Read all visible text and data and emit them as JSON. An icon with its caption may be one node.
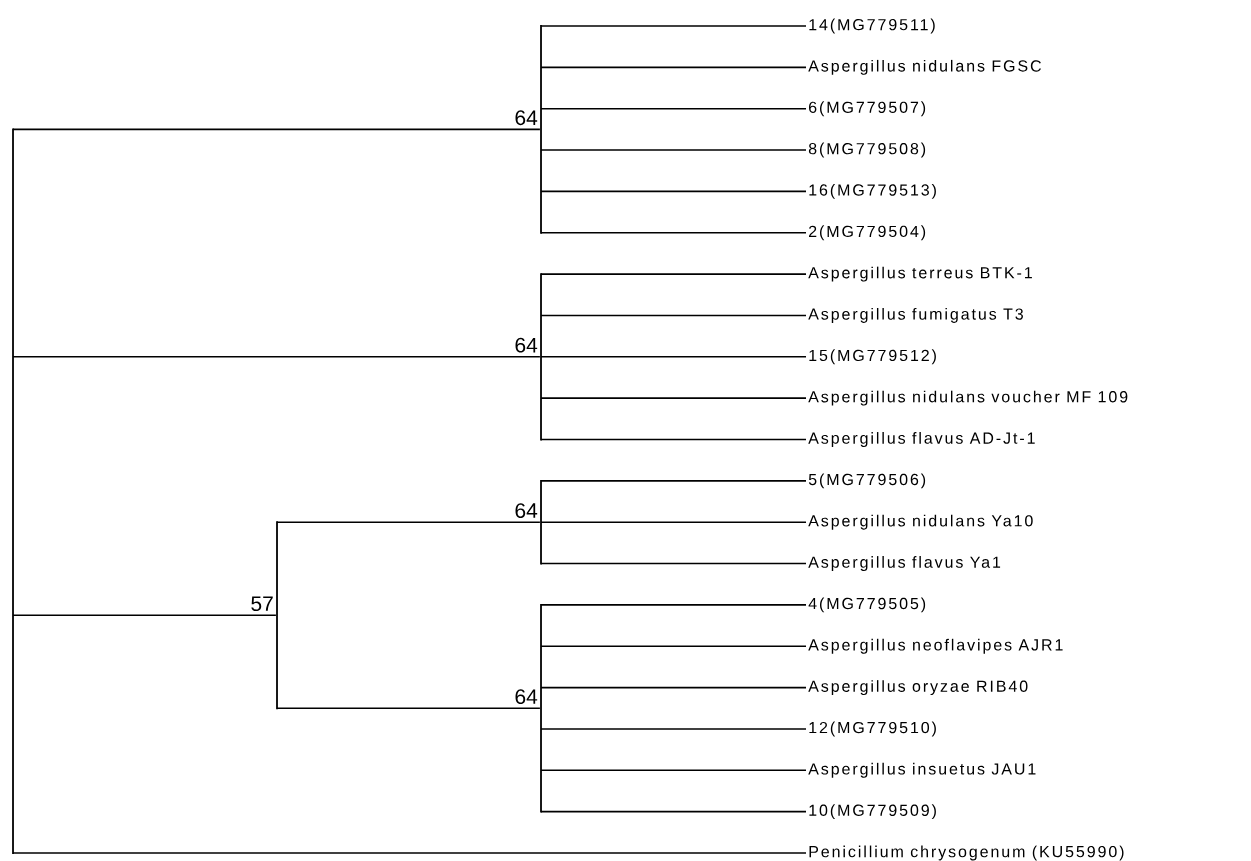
{
  "diagram": {
    "nodes": [
      {
        "text": [],
        "shape": "bar"
      },
      {
        "text": [],
        "shape": "bar",
        "beside": [
          "64"
        ]
      },
      {
        "text": [
          "14(MG779511)"
        ]
      },
      {
        "text": [
          "Aspergillus nidulans FGSC"
        ]
      },
      {
        "text": [
          "6(MG779507)"
        ]
      },
      {
        "text": [
          "8(MG779508)"
        ]
      },
      {
        "text": [
          "16(MG779513)"
        ]
      },
      {
        "text": [
          "2(MG779504)"
        ]
      },
      {
        "text": [],
        "shape": "bar",
        "beside": [
          "64"
        ]
      },
      {
        "text": [
          "Aspergillus terreus BTK-1"
        ]
      },
      {
        "text": [
          "Aspergillus fumigatus T3"
        ]
      },
      {
        "text": [
          "15(MG779512)"
        ]
      },
      {
        "text": [
          "Aspergillus nidulans voucher MF 109"
        ]
      },
      {
        "text": [
          "Aspergillus flavus AD-Jt-1"
        ]
      },
      {
        "text": [],
        "shape": "bar",
        "beside": [
          "57"
        ]
      },
      {
        "text": [],
        "shape": "bar",
        "beside": [
          "64"
        ]
      },
      {
        "text": [
          "5(MG779506)"
        ]
      },
      {
        "text": [
          "Aspergillus nidulans Ya10"
        ]
      },
      {
        "text": [
          "Aspergillus flavus Ya1"
        ]
      },
      {
        "text": [],
        "shape": "bar",
        "beside": [
          "64"
        ]
      },
      {
        "text": [
          "4(MG779505)"
        ]
      },
      {
        "text": [
          "Aspergillus neoflavipes AJR1"
        ]
      },
      {
        "text": [
          "Aspergillus oryzae RIB40"
        ]
      },
      {
        "text": [
          "12(MG779510)"
        ]
      },
      {
        "text": [
          "Aspergillus insuetus JAU1"
        ]
      },
      {
        "text": [
          "10(MG779509)"
        ]
      },
      {
        "text": [
          "Penicillium chrysogenum (KU55990)"
        ]
      }
    ],
    "edges": [
      {
        "from": 0,
        "to": 1,
        "arrow": "none"
      },
      {
        "from": 0,
        "to": 8,
        "arrow": "none"
      },
      {
        "from": 0,
        "to": 14,
        "arrow": "none"
      },
      {
        "from": 0,
        "to": 26,
        "arrow": "none"
      },
      {
        "from": 1,
        "to": 2,
        "arrow": "none"
      },
      {
        "from": 1,
        "to": 3,
        "arrow": "none"
      },
      {
        "from": 1,
        "to": 4,
        "arrow": "none"
      },
      {
        "from": 1,
        "to": 5,
        "arrow": "none"
      },
      {
        "from": 1,
        "to": 6,
        "arrow": "none"
      },
      {
        "from": 1,
        "to": 7,
        "arrow": "none"
      },
      {
        "from": 8,
        "to": 9,
        "arrow": "none"
      },
      {
        "from": 8,
        "to": 10,
        "arrow": "none"
      },
      {
        "from": 8,
        "to": 11,
        "arrow": "none"
      },
      {
        "from": 8,
        "to": 12,
        "arrow": "none"
      },
      {
        "from": 8,
        "to": 13,
        "arrow": "none"
      },
      {
        "from": 14,
        "to": 15,
        "arrow": "none"
      },
      {
        "from": 14,
        "to": 19,
        "arrow": "none"
      },
      {
        "from": 15,
        "to": 16,
        "arrow": "none"
      },
      {
        "from": 15,
        "to": 17,
        "arrow": "none"
      },
      {
        "from": 15,
        "to": 18,
        "arrow": "none"
      },
      {
        "from": 19,
        "to": 20,
        "arrow": "none"
      },
      {
        "from": 19,
        "to": 21,
        "arrow": "none"
      },
      {
        "from": 19,
        "to": 22,
        "arrow": "none"
      },
      {
        "from": 19,
        "to": 23,
        "arrow": "none"
      },
      {
        "from": 19,
        "to": 24,
        "arrow": "none"
      },
      {
        "from": 19,
        "to": 25,
        "arrow": "none"
      }
    ]
  }
}
